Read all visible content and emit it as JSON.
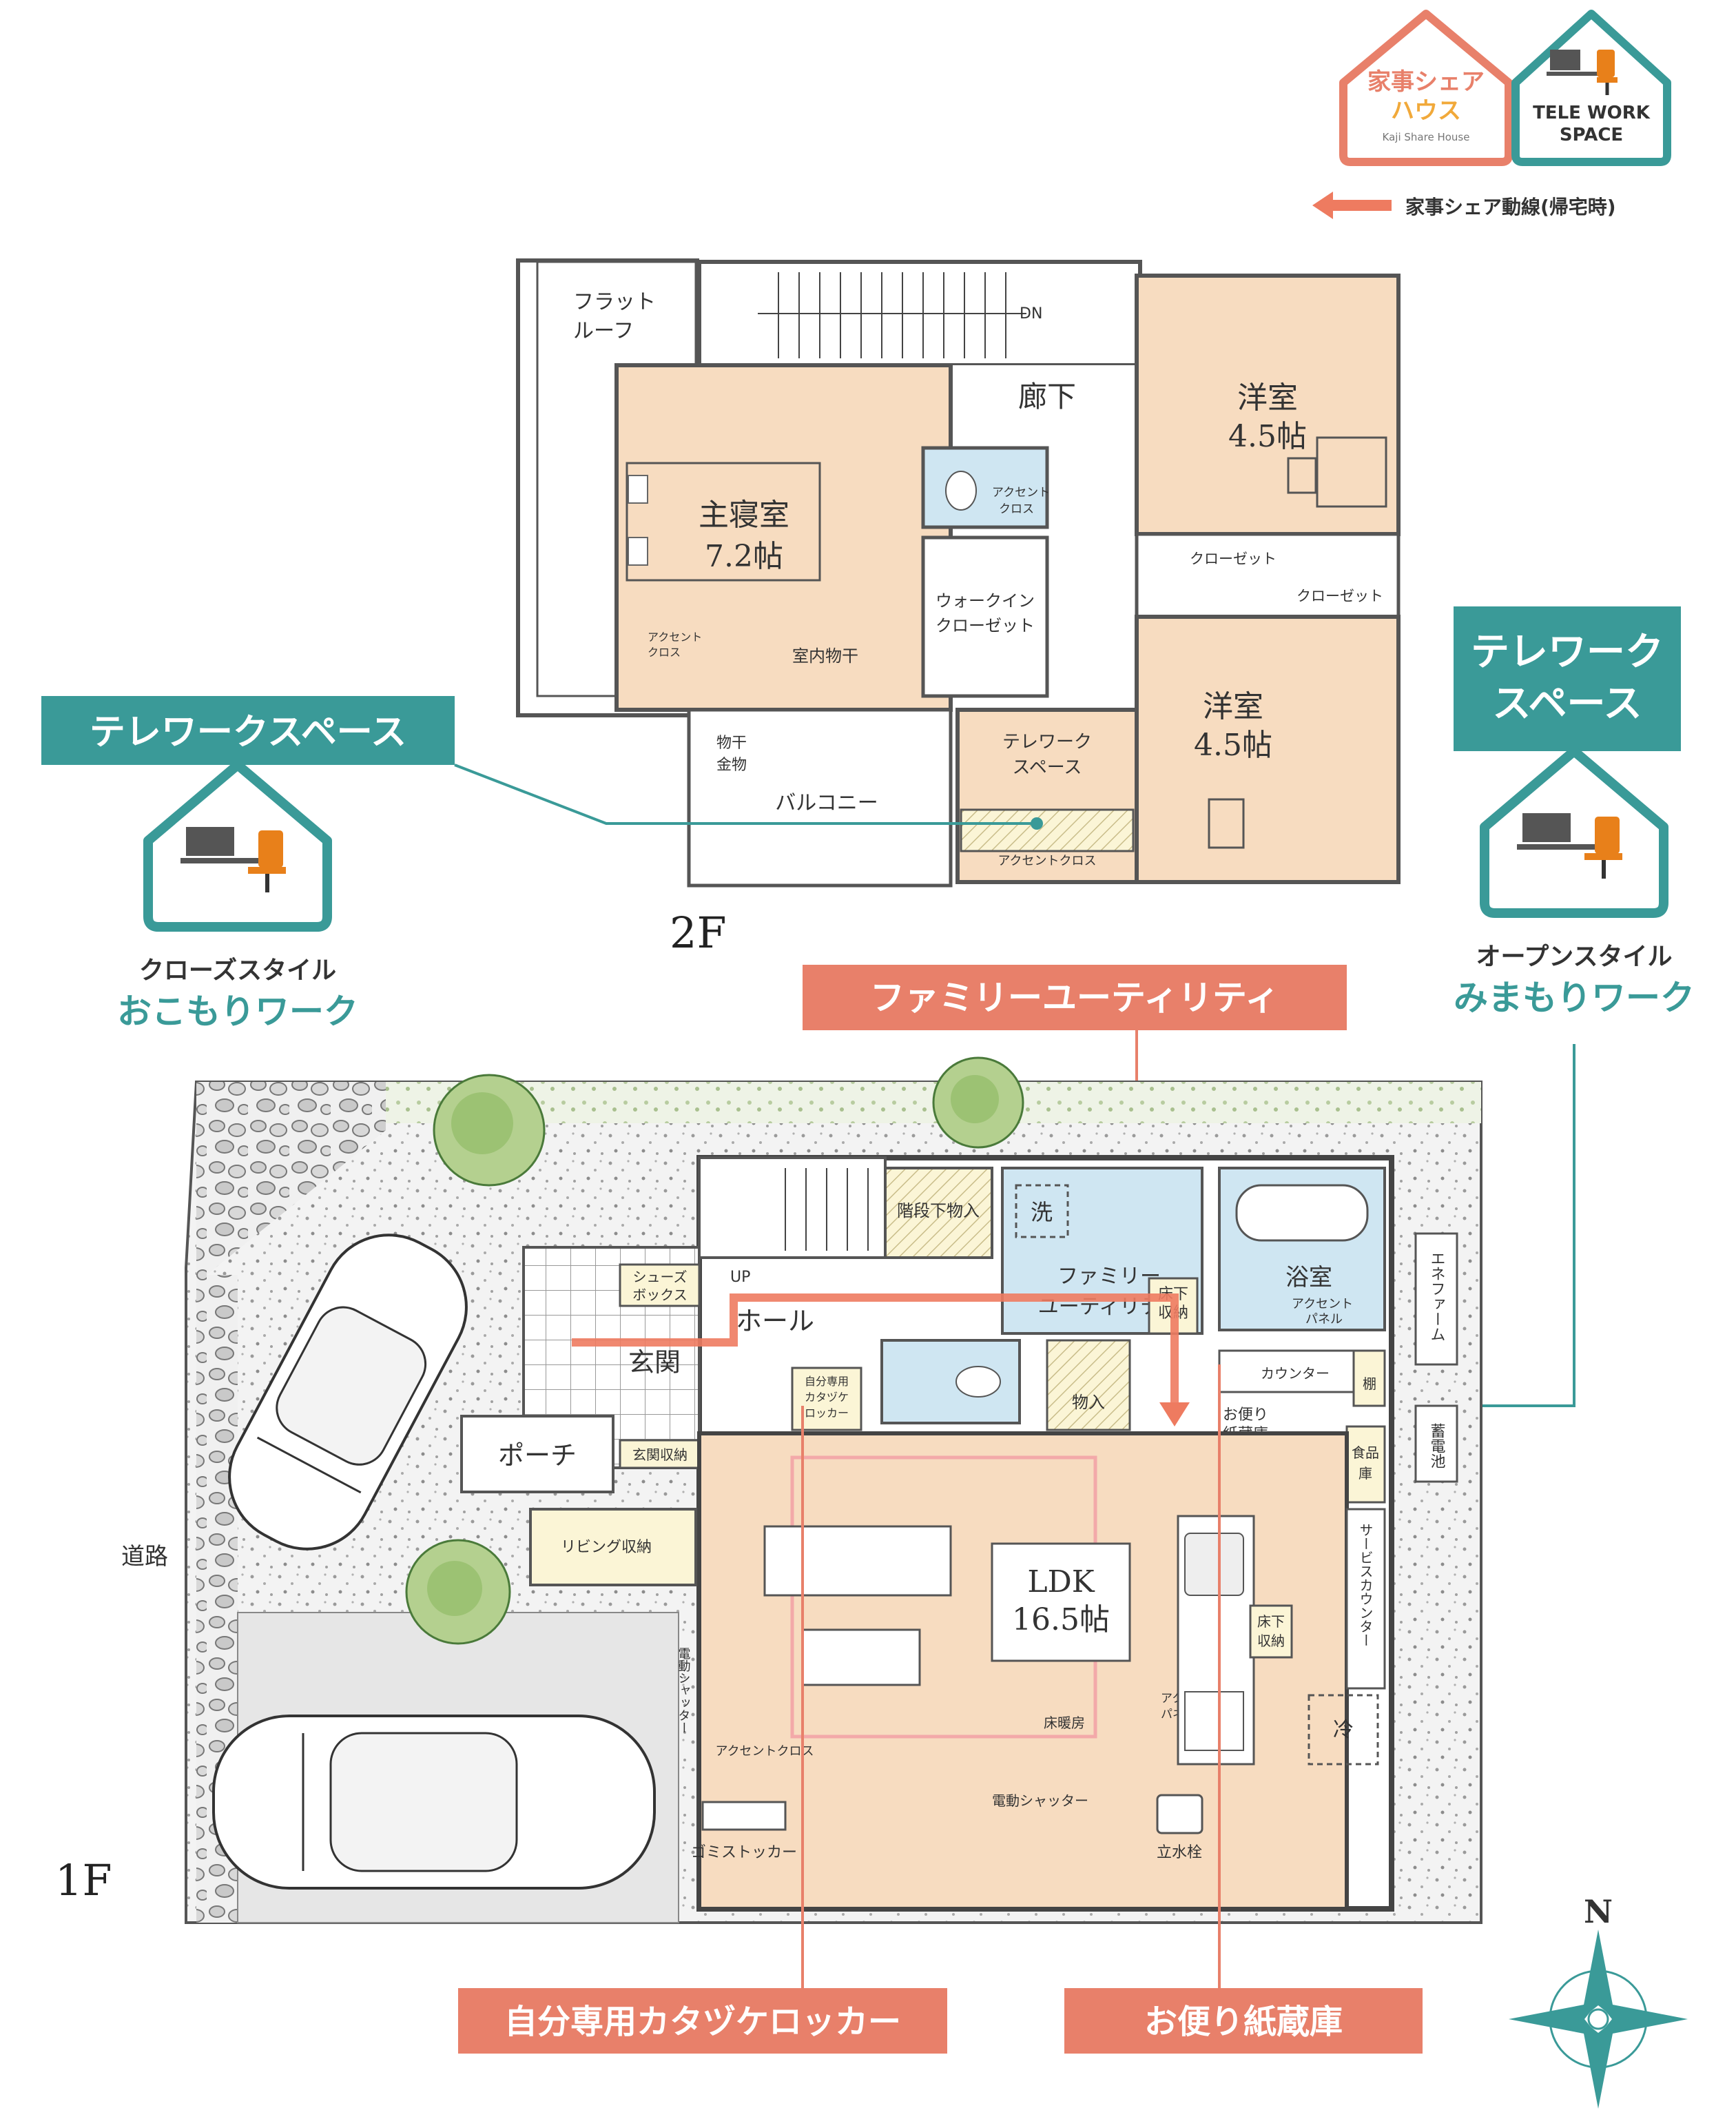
{
  "badges": {
    "kaji_share": {
      "line1": "家事シェア",
      "line2": "ハウス",
      "line3": "Kaji Share House"
    },
    "telework": {
      "line1": "TELE WORK",
      "line2": "SPACE"
    }
  },
  "legend": {
    "label": "家事シェア動線(帰宅時)"
  },
  "floor2": {
    "label": "2F",
    "rooms": {
      "flat_roof_1": "フラット",
      "flat_roof_2": "ルーフ",
      "corridor": "廊下",
      "dn": "DN",
      "master_1": "主寝室",
      "master_2": "7.2帖",
      "accent_cross_toilet_1": "アクセント",
      "accent_cross_toilet_2": "クロス",
      "walkin_1": "ウォークイン",
      "walkin_2": "クローゼット",
      "indoor_drying": "室内物干",
      "accent_cross_master_1": "アクセント",
      "accent_cross_master_2": "クロス",
      "western_top_1": "洋室",
      "western_top_2": "4.5帖",
      "closet_a": "クローゼット",
      "closet_b": "クローゼット",
      "western_bottom_1": "洋室",
      "western_bottom_2": "4.5帖",
      "drying_rack_1": "物干",
      "drying_rack_2": "金物",
      "balcony": "バルコニー",
      "telework_1": "テレワーク",
      "telework_2": "スペース",
      "accent_cross_tw": "アクセントクロス"
    }
  },
  "callouts": {
    "telework_left": "テレワークスペース",
    "telework_right_1": "テレワーク",
    "telework_right_2": "スペース",
    "close_style": "クローズスタイル",
    "okomori": "おこもりワーク",
    "open_style": "オープンスタイル",
    "mimamori": "みまもりワーク",
    "family_utility": "ファミリーユーティリティ",
    "locker": "自分専用カタヅケロッカー",
    "paper_storage": "お便り紙蔵庫"
  },
  "floor1": {
    "label": "1F",
    "rooms": {
      "stair_storage": "階段下物入",
      "wash": "洗",
      "family_utility_1": "ファミリー",
      "family_utility_2": "ユーティリティ",
      "underfloor_a_1": "床下",
      "underfloor_a_2": "収納",
      "bath": "浴室",
      "accent_panel_bath_1": "アクセント",
      "accent_panel_bath_2": "パネル",
      "up": "UP",
      "shoes_box_1": "シューズ",
      "shoes_box_2": "ボックス",
      "hall": "ホール",
      "genkan": "玄関",
      "locker_1": "自分専用",
      "locker_2": "カタヅケ",
      "locker_3": "ロッカー",
      "storage": "物入",
      "counter": "カウンター",
      "shelf": "棚",
      "paper_1": "お便り",
      "paper_2": "紙蔵庫",
      "pantry_1": "食品",
      "pantry_2": "庫",
      "genkan_storage": "玄関収納",
      "porch": "ポーチ",
      "living_storage": "リビング収納",
      "ldk_1": "LDK",
      "ldk_2": "16.5帖",
      "service_counter": "サービスカウンター",
      "underfloor_b_1": "床下",
      "underfloor_b_2": "収納",
      "fridge": "冷",
      "floor_heating": "床暖房",
      "accent_panel_kitchen_1": "アクセント",
      "accent_panel_kitchen_2": "パネル",
      "accent_cross_ldk": "アクセントクロス",
      "shutter_side": "電動シャッター",
      "shutter_bottom": "電動シャッター",
      "garbage": "ゴミストッカー",
      "faucet": "立水栓",
      "road": "道路",
      "enefarm": "エネファーム",
      "battery": "蓄電池"
    }
  },
  "compass": {
    "north": "N"
  },
  "colors": {
    "teal": "#3a9a98",
    "salmon": "#e8806a",
    "room_beige": "#f7dcc0",
    "water_blue": "#cfe6f2",
    "storage_yellow": "#f6efc6",
    "wall": "#4a4a4a",
    "arrow": "#ee7b60"
  }
}
